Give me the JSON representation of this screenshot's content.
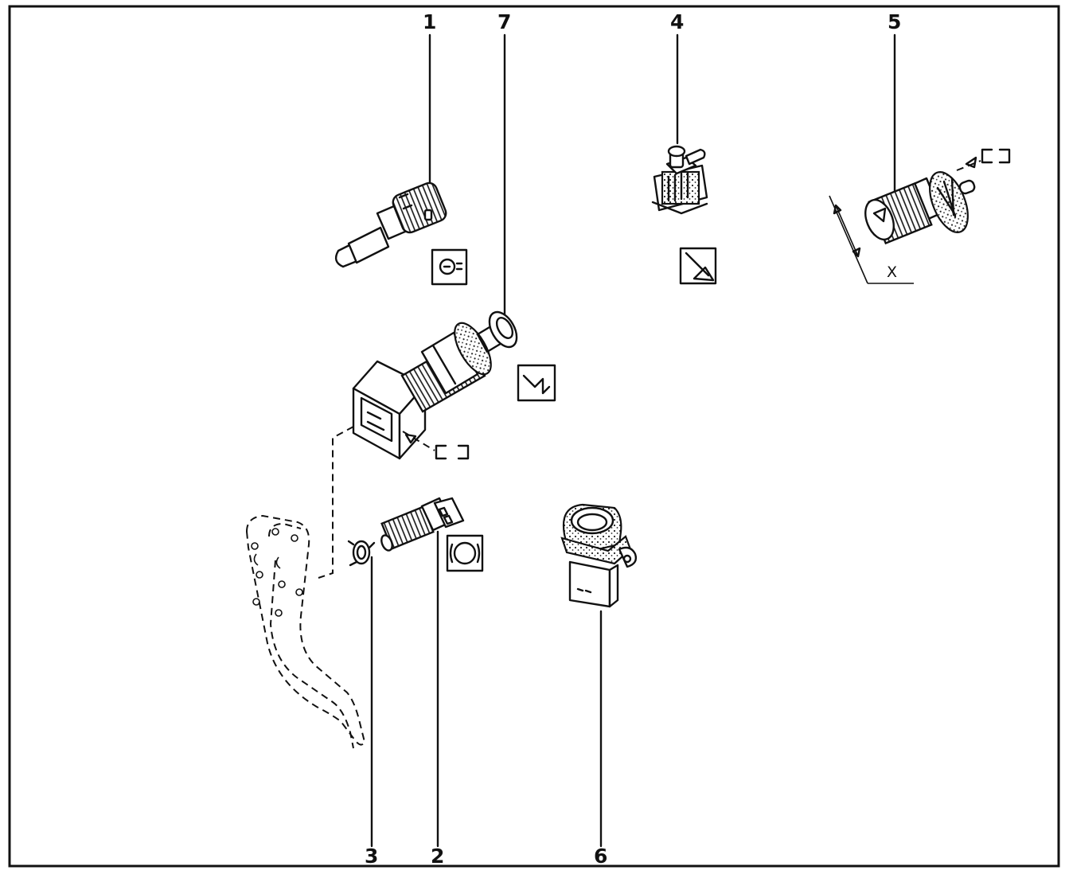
{
  "diagram": {
    "callouts": [
      {
        "id": "1",
        "text": "1"
      },
      {
        "id": "7",
        "text": "7"
      },
      {
        "id": "4",
        "text": "4"
      },
      {
        "id": "5",
        "text": "5"
      },
      {
        "id": "3",
        "text": "3"
      },
      {
        "id": "2",
        "text": "2"
      },
      {
        "id": "6",
        "text": "6"
      }
    ],
    "dimension_label": "X",
    "icons": [
      "reversing-light-symbol-icon",
      "handbrake-symbol-icon",
      "oil-pressure-symbol-icon",
      "brake-warning-symbol-icon",
      "connector-bracket-icon"
    ]
  }
}
